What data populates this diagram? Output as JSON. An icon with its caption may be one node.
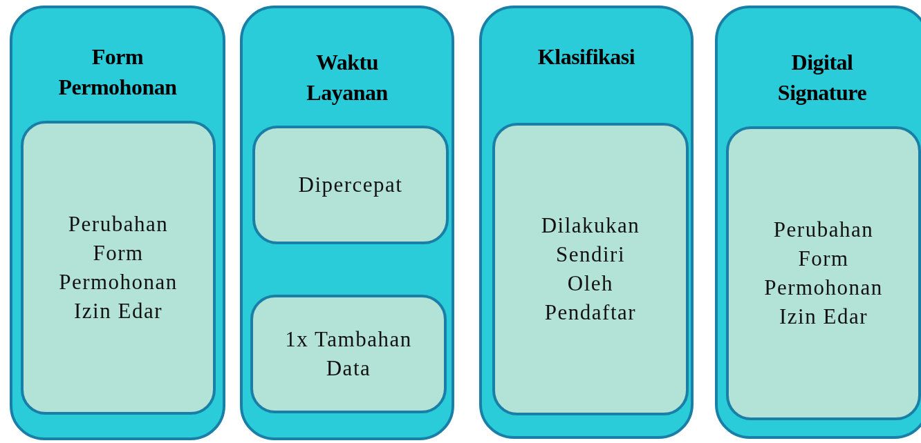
{
  "diagram": {
    "nodes": [
      {
        "text": [
          "Form Permohonan"
        ]
      },
      {
        "text": [
          "Perubahan Form Permohonan Izin Edar"
        ],
        "in": 0
      },
      {
        "text": [
          "Waktu Layanan"
        ]
      },
      {
        "text": [
          "Dipercepat"
        ],
        "in": 2
      },
      {
        "text": [
          "1x Tambahan Data"
        ],
        "in": 2
      },
      {
        "text": [
          "Klasifikasi"
        ]
      },
      {
        "text": [
          "Dilakukan Sendiri Oleh Pendaftar"
        ],
        "in": 5
      },
      {
        "text": [
          "Digital Signature"
        ]
      },
      {
        "text": [
          "Perubahan Form Permohonan Izin Edar"
        ],
        "in": 7
      }
    ]
  }
}
